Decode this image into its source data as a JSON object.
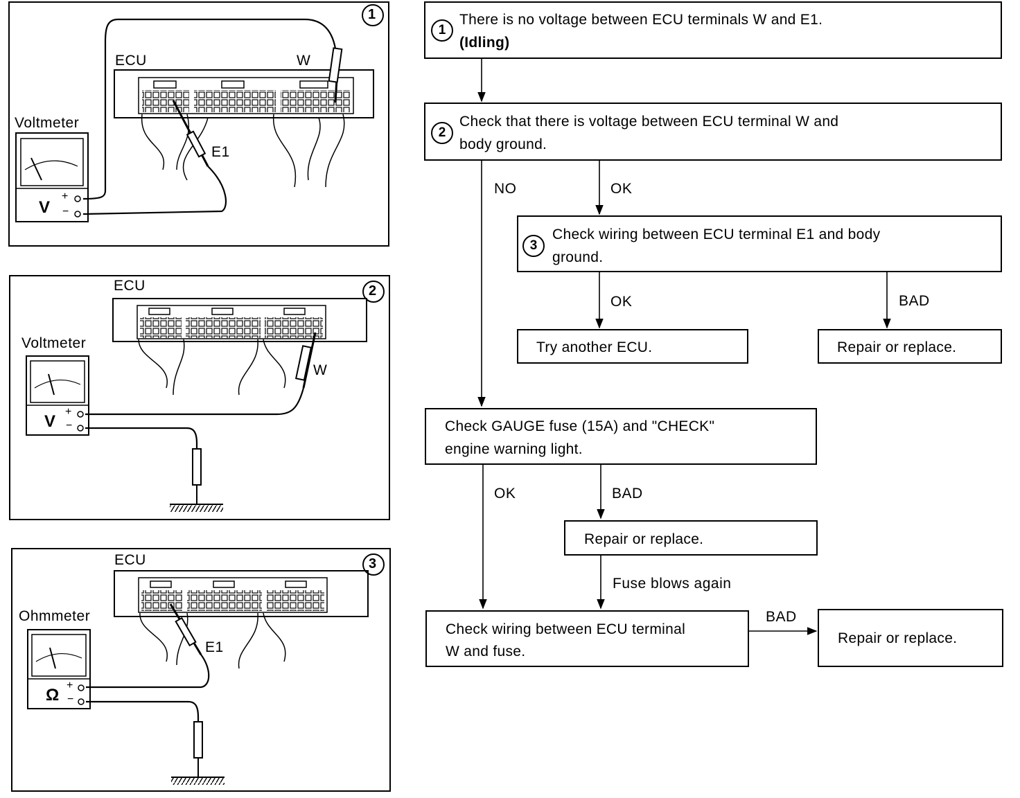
{
  "panels": [
    {
      "badge": "1",
      "ecu_label": "ECU",
      "meter_label": "Voltmeter",
      "meter_symbol": "V",
      "pin_label_a": "W",
      "pin_label_b": "E1"
    },
    {
      "badge": "2",
      "ecu_label": "ECU",
      "meter_label": "Voltmeter",
      "meter_symbol": "V",
      "pin_label_a": "W"
    },
    {
      "badge": "3",
      "ecu_label": "ECU",
      "meter_label": "Ohmmeter",
      "meter_symbol": "Ω",
      "pin_label_b": "E1"
    }
  ],
  "terminal_plus": "+",
  "terminal_minus": "−",
  "flow": {
    "step1": {
      "badge": "1",
      "line1": "There is no voltage between ECU terminals W and E1.",
      "line2": "(Idling)"
    },
    "step2": {
      "badge": "2",
      "line1": "Check that there is voltage between ECU terminal W and",
      "line2": "body ground."
    },
    "step3": {
      "badge": "3",
      "line1": "Check wiring between ECU terminal E1 and body",
      "line2": "ground."
    },
    "try_ecu": "Try another ECU.",
    "repair1": "Repair or replace.",
    "gauge": {
      "line1": "Check GAUGE fuse (15A) and \"CHECK\"",
      "line2": "engine warning light."
    },
    "repair2": "Repair or replace.",
    "wiring": {
      "line1": "Check wiring between ECU terminal",
      "line2": "W and fuse."
    },
    "repair3": "Repair or replace.",
    "labels": {
      "no": "NO",
      "ok_step2": "OK",
      "ok_step3": "OK",
      "bad_step3": "BAD",
      "ok_gauge": "OK",
      "bad_gauge": "BAD",
      "fuse_blows": "Fuse blows again",
      "bad_wiring": "BAD"
    }
  }
}
